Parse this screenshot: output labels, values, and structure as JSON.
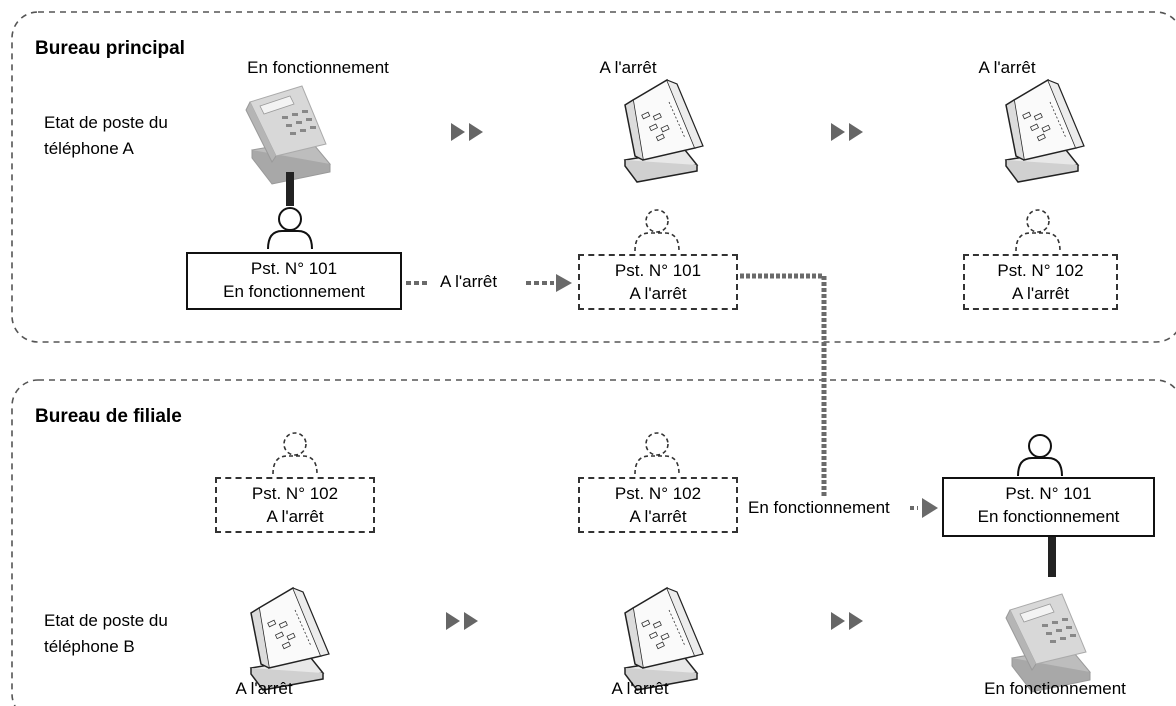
{
  "sections": {
    "main_office": "Bureau principal",
    "branch_office": "Bureau de filiale"
  },
  "telephone_a_label": [
    "Etat de poste du",
    "téléphone A"
  ],
  "telephone_b_label": [
    "Etat de poste du",
    "téléphone B"
  ],
  "top_states": [
    "En fonctionnement",
    "A l'arrêt",
    "A l'arrêt"
  ],
  "bottom_states": [
    "A l'arrêt",
    "A l'arrêt",
    "En fonctionnement"
  ],
  "main_boxes": [
    {
      "ext": "Pst. N° 101",
      "status": "En fonctionnement"
    },
    {
      "ext": "Pst. N° 101",
      "status": "A l'arrêt"
    },
    {
      "ext": "Pst. N° 102",
      "status": "A l'arrêt"
    }
  ],
  "branch_boxes": [
    {
      "ext": "Pst. N° 102",
      "status": "A l'arrêt"
    },
    {
      "ext": "Pst. N° 102",
      "status": "A l'arrêt"
    },
    {
      "ext": "Pst. N° 101",
      "status": "En fonctionnement"
    }
  ],
  "transitions": {
    "logout": "A l'arrêt",
    "login": "En fonctionnement"
  },
  "icons": {
    "phone": "desk-phone-icon",
    "user": "person-icon",
    "advance": "double-arrow-icon"
  },
  "colors": {
    "frame": "#555555",
    "dashed_link": "#6a6a6a",
    "phone_body": "#c9c9c9"
  }
}
